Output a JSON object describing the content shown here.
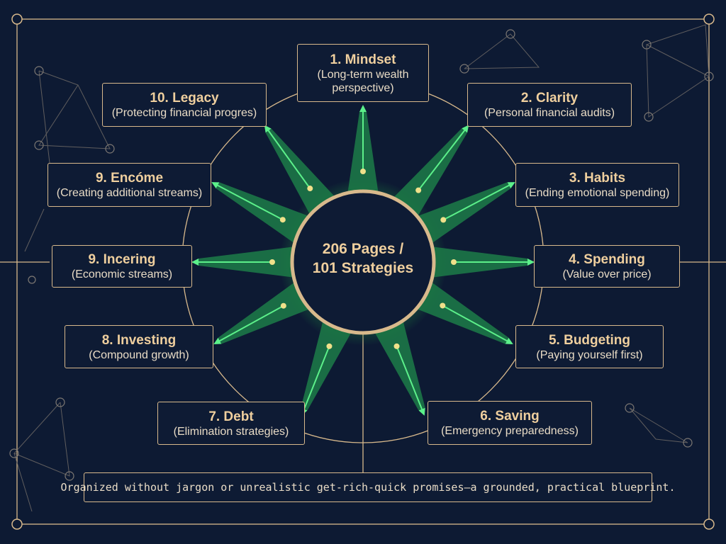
{
  "center": {
    "line1": "206 Pages /",
    "line2": "101 Strategies"
  },
  "nodes": [
    {
      "title": "1. Mindset",
      "subtitle": "(Long-term wealth perspective)"
    },
    {
      "title": "2. Clarity",
      "subtitle": "(Personal financial audits)"
    },
    {
      "title": "3. Habits",
      "subtitle": "(Ending emotional spending)"
    },
    {
      "title": "4. Spending",
      "subtitle": "(Value over price)"
    },
    {
      "title": "5. Budgeting",
      "subtitle": "(Paying yourself first)"
    },
    {
      "title": "6. Saving",
      "subtitle": "(Emergency preparedness)"
    },
    {
      "title": "7. Debt",
      "subtitle": "(Elimination strategies)"
    },
    {
      "title": "8. Investing",
      "subtitle": "(Compound growth)"
    },
    {
      "title": "9. Incering",
      "subtitle": "(Economic streams)"
    },
    {
      "title": "9. Encóme",
      "subtitle": "(Creating additional streams)"
    },
    {
      "title": "10. Legacy",
      "subtitle": "(Protecting financial progres)"
    }
  ],
  "footer": "Organized without jargon or unrealistic get-rich-quick promises—a grounded, practical blueprint.",
  "colors": {
    "background": "#0d1a33",
    "gold": "#d8b98c",
    "green": "#3ddc6e",
    "text": "#e9dcc6"
  }
}
